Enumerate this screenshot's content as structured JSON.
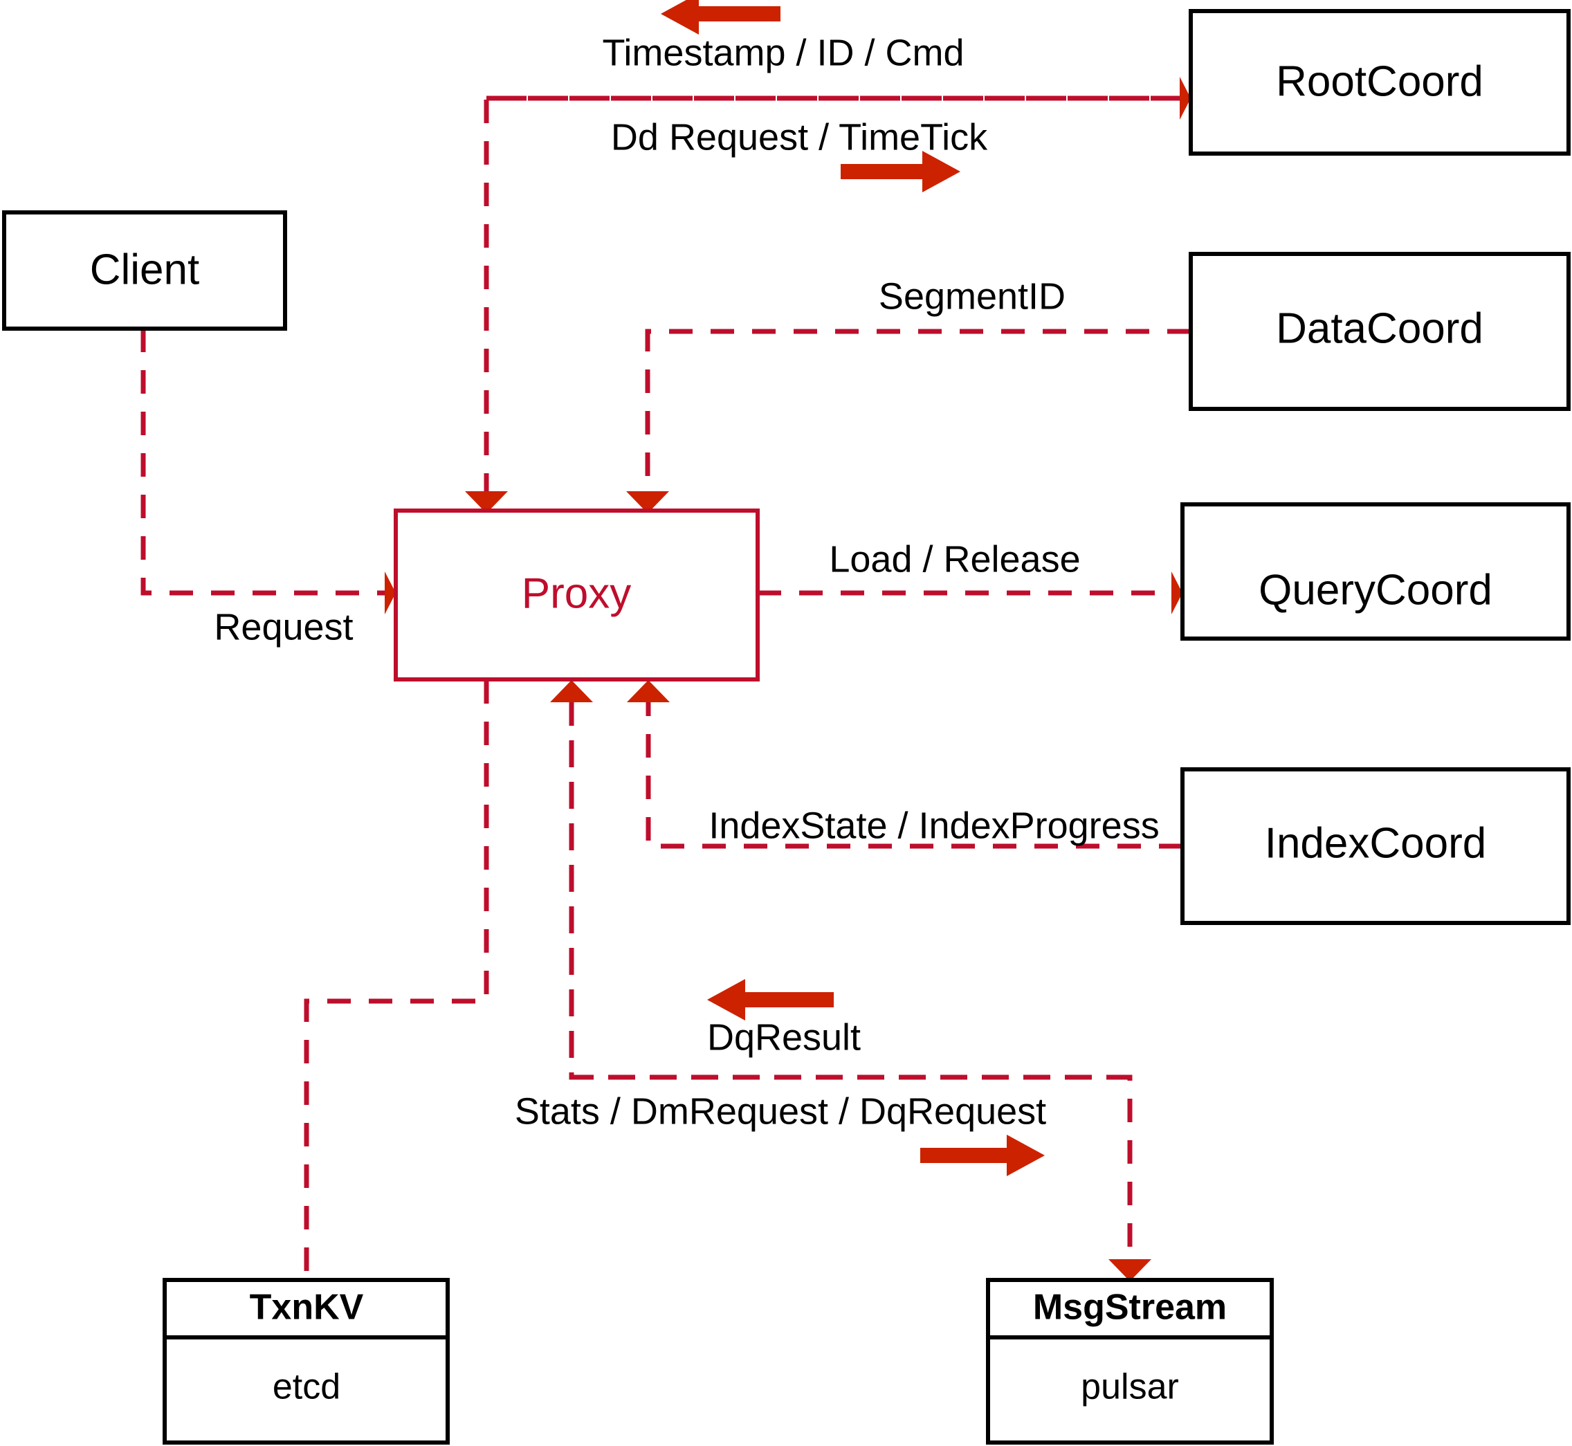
{
  "diagram": {
    "title": "Proxy component interaction diagram",
    "colors": {
      "accent": "#BE0E2C",
      "arrow": "#CC2200",
      "node_stroke": "#000000",
      "background": "#FFFFFF"
    },
    "nodes": {
      "client": {
        "label": "Client"
      },
      "proxy": {
        "label": "Proxy"
      },
      "root_coord": {
        "label": "RootCoord"
      },
      "data_coord": {
        "label": "DataCoord"
      },
      "query_coord": {
        "label": "QueryCoord"
      },
      "index_coord": {
        "label": "IndexCoord"
      },
      "txnkv": {
        "label": "TxnKV",
        "impl": "etcd"
      },
      "msgstream": {
        "label": "MsgStream",
        "impl": "pulsar"
      }
    },
    "edges": [
      {
        "id": "client-to-proxy",
        "label": "Request",
        "from": "client",
        "to": "proxy",
        "direction": "right"
      },
      {
        "id": "rootcoord-to-proxy",
        "label": "Timestamp / ID / Cmd",
        "from": "root_coord",
        "to": "proxy",
        "direction": "left"
      },
      {
        "id": "proxy-to-rootcoord",
        "label": "Dd Request / TimeTick",
        "from": "proxy",
        "to": "root_coord",
        "direction": "right"
      },
      {
        "id": "datacoord-to-proxy",
        "label": "SegmentID",
        "from": "data_coord",
        "to": "proxy",
        "direction": "left"
      },
      {
        "id": "proxy-to-querycoord",
        "label": "Load / Release",
        "from": "proxy",
        "to": "query_coord",
        "direction": "right"
      },
      {
        "id": "indexcoord-to-proxy",
        "label": "IndexState / IndexProgress",
        "from": "index_coord",
        "to": "proxy",
        "direction": "left"
      },
      {
        "id": "msgstream-to-proxy",
        "label": "DqResult",
        "from": "msgstream",
        "to": "proxy",
        "direction": "left"
      },
      {
        "id": "proxy-to-msgstream",
        "label": "Stats / DmRequest / DqRequest",
        "from": "proxy",
        "to": "msgstream",
        "direction": "right"
      },
      {
        "id": "proxy-to-txnkv",
        "label": "",
        "from": "proxy",
        "to": "txnkv",
        "direction": "none"
      }
    ]
  }
}
